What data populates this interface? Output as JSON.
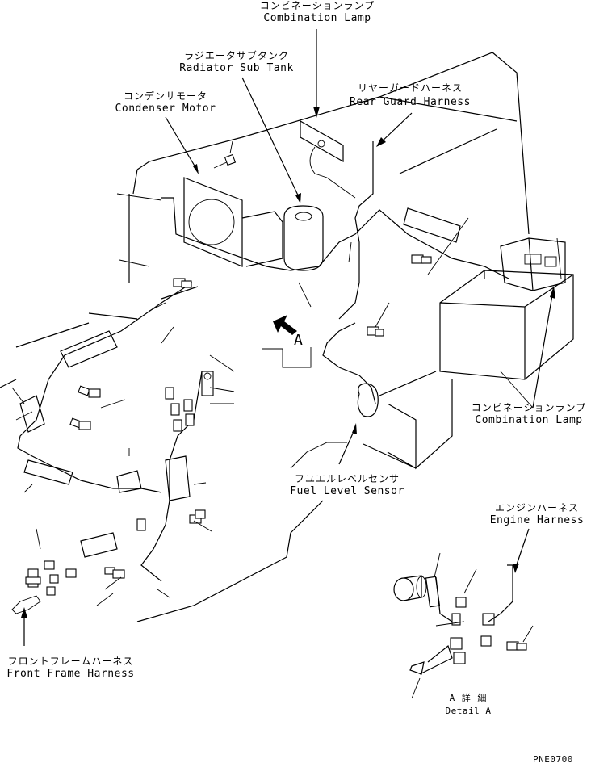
{
  "labels": {
    "combination_lamp_top_jp": "コンビネーションランプ",
    "combination_lamp_top_en": "Combination Lamp",
    "radiator_sub_tank_jp": "ラジエータサブタンク",
    "radiator_sub_tank_en": "Radiator Sub Tank",
    "condenser_motor_jp": "コンデンサモータ",
    "condenser_motor_en": "Condenser Motor",
    "rear_guard_harness_jp": "リヤーガードハーネス",
    "rear_guard_harness_en": "Rear Guard Harness",
    "combination_lamp_right_jp": "コンビネーションランプ",
    "combination_lamp_right_en": "Combination Lamp",
    "fuel_level_sensor_jp": "フユエルレベルセンサ",
    "fuel_level_sensor_en": "Fuel Level Sensor",
    "engine_harness_jp": "エンジンハーネス",
    "engine_harness_en": "Engine Harness",
    "front_frame_harness_jp": "フロントフレームハーネス",
    "front_frame_harness_en": "Front Frame Harness",
    "view_marker": "A",
    "detail_a_jp": "A 詳 細",
    "detail_a_en": "Detail A",
    "drawing_number": "PNE0700"
  }
}
